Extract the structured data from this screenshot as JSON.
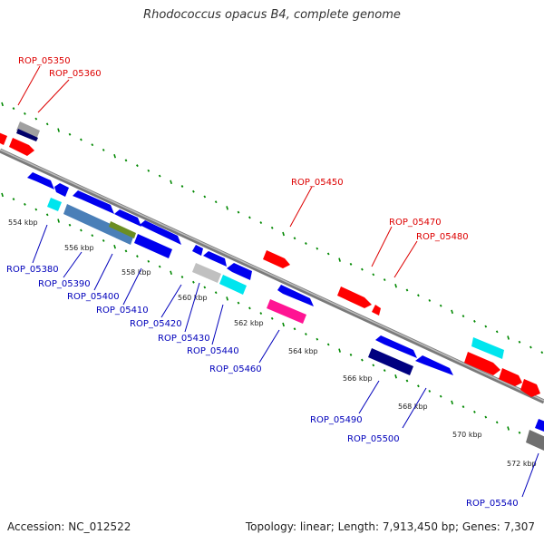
{
  "title": "Rhodococcus opacus B4, complete genome",
  "accession": "Accession: NC_012522",
  "summary": "Topology: linear; Length: 7,913,450 bp; Genes: 7,307",
  "colors": {
    "forward_label": "#dd0000",
    "reverse_label": "#0000bb",
    "backbone": "#888888",
    "tick": "#008800"
  },
  "kbp_labels": [
    "554 kbp",
    "556 kbp",
    "558 kbp",
    "560 kbp",
    "562 kbp",
    "564 kbp",
    "566 kbp",
    "568 kbp",
    "570 kbp",
    "572 kbp"
  ],
  "gene_labels_forward": [
    "ROP_05350",
    "ROP_05360",
    "ROP_05450",
    "ROP_05470",
    "ROP_05480"
  ],
  "gene_labels_reverse": [
    "ROP_05380",
    "ROP_05390",
    "ROP_05400",
    "ROP_05410",
    "ROP_05420",
    "ROP_05430",
    "ROP_05440",
    "ROP_05460",
    "ROP_05490",
    "ROP_05500",
    "ROP_05540"
  ]
}
